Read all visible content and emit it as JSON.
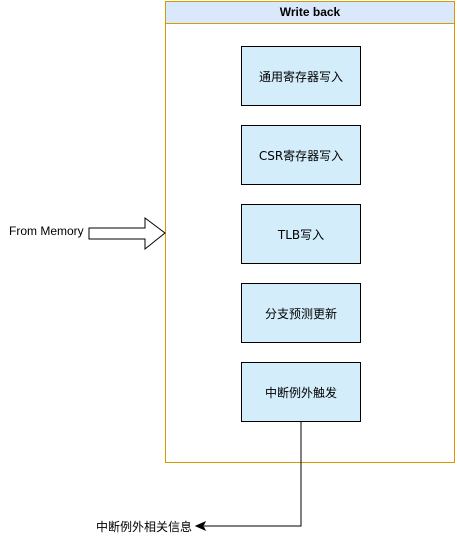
{
  "stage": {
    "title": "Write back"
  },
  "modules": [
    {
      "label": "通用寄存器写入"
    },
    {
      "label": "CSR寄存器写入"
    },
    {
      "label": "TLB写入"
    },
    {
      "label": "分支预测更新"
    },
    {
      "label": "中断例外触发"
    }
  ],
  "input": {
    "label": "From Memory"
  },
  "output": {
    "label": "中断例外相关信息"
  },
  "colors": {
    "stage_border": "#d79b00",
    "stage_title_fill": "#dae8fc",
    "module_fill": "#d4edfa",
    "module_border": "#000000"
  }
}
